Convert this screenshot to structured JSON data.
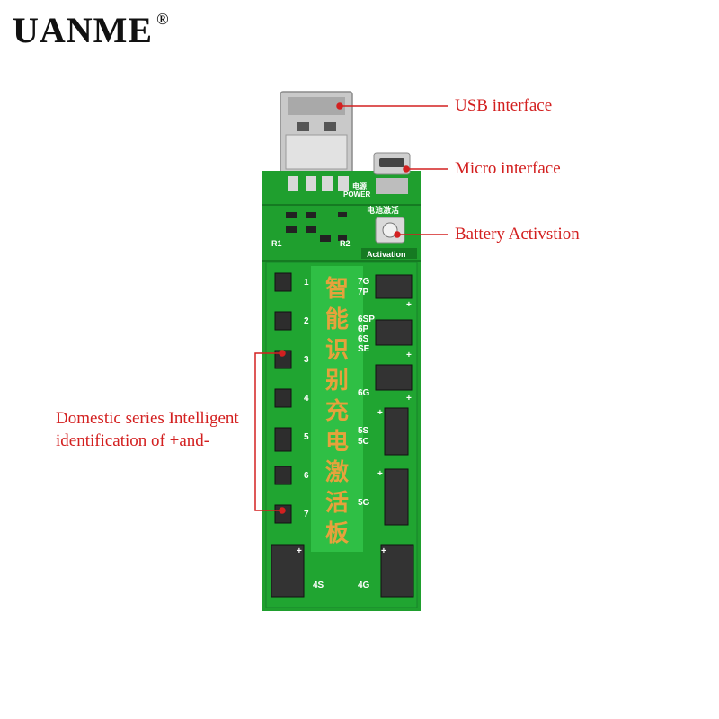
{
  "brand": {
    "name": "UANME",
    "mark": "®"
  },
  "callouts": {
    "usb": "USB interface",
    "micro": "Micro interface",
    "battery": "Battery Activstion",
    "domestic_line1": "Domestic series Intelligent",
    "domestic_line2": "identification of +and-"
  },
  "board": {
    "power_label_cn": "电源",
    "power_label": "POWER",
    "activation_cn": "电池激活",
    "activation": "Activation",
    "r1": "R1",
    "r2": "R2",
    "center_cn": [
      "智",
      "能",
      "识",
      "别",
      "充",
      "电",
      "激",
      "活",
      "板"
    ],
    "left_numbers": [
      "1",
      "2",
      "3",
      "4",
      "5",
      "6",
      "7"
    ],
    "right_labels": {
      "g7": "7G",
      "p7": "7P",
      "sp6": "6SP",
      "p6": "6P",
      "s6": "6S",
      "se": "SE",
      "g6": "6G",
      "s5": "5S",
      "c5": "5C",
      "g5": "5G",
      "s4": "4S",
      "g4": "4G"
    },
    "plus": "+",
    "minus": "-"
  },
  "colors": {
    "pcb": "#1f9f2e",
    "pcb_dark": "#157a22",
    "accent_red": "#d32020",
    "gold": "#e6a23c"
  }
}
